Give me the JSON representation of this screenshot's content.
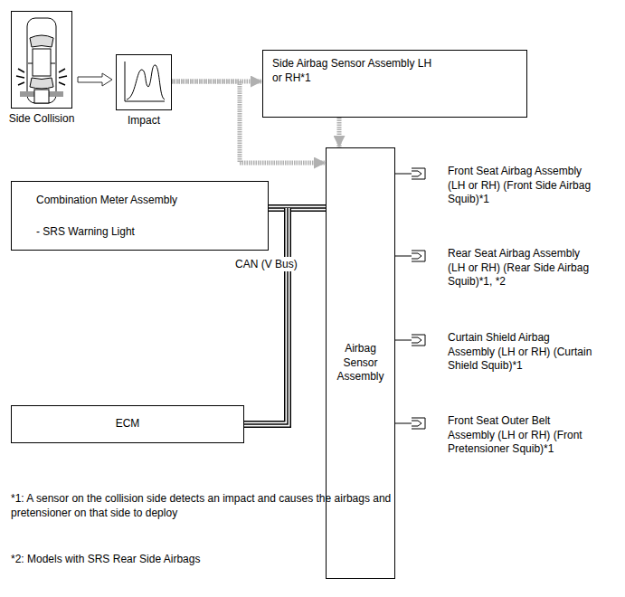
{
  "diagram": {
    "nodes": [
      {
        "text": [
          "Side Collision"
        ]
      },
      {
        "text": [
          "Impact"
        ]
      },
      {
        "text": [
          "Side Airbag Sensor Assembly LH or RH*1"
        ]
      },
      {
        "text": [
          "Combination Meter Assembly",
          "- SRS Warning Light"
        ]
      },
      {
        "text": [
          "ECM"
        ]
      },
      {
        "text": [
          "Airbag Sensor Assembly"
        ]
      },
      {
        "text": [
          "Front Seat Airbag Assembly (LH or RH) (Front Side Airbag Squib)*1"
        ]
      },
      {
        "text": [
          "Rear Seat Airbag Assembly (LH or RH) (Rear Side Airbag Squib)*1, *2"
        ]
      },
      {
        "text": [
          "Curtain Shield Airbag Assembly (LH or RH) (Curtain Shield Squib)*1"
        ]
      },
      {
        "text": [
          "Front Seat Outer Belt Assembly (LH or RH) (Front Pretensioner Squib)*1"
        ]
      }
    ],
    "edges": [
      {
        "from": 0,
        "to": 1,
        "arrow": "to"
      },
      {
        "from": 1,
        "to": 2,
        "arrow": "to"
      },
      {
        "from": 1,
        "to": 5,
        "arrow": "to"
      },
      {
        "from": 2,
        "to": 5,
        "arrow": "to"
      },
      {
        "from": 3,
        "to": 5,
        "arrow": "none",
        "label": "CAN (V Bus)"
      },
      {
        "from": 4,
        "to": 5,
        "arrow": "none"
      },
      {
        "from": 5,
        "to": 6,
        "arrow": "none"
      },
      {
        "from": 5,
        "to": 7,
        "arrow": "none"
      },
      {
        "from": 5,
        "to": 8,
        "arrow": "none"
      },
      {
        "from": 5,
        "to": 9,
        "arrow": "none"
      }
    ],
    "labels": [
      "*1: A sensor on the collision side detects an impact and causes the airbags and pretensioner on that side to deploy",
      "*2: Models with SRS Rear Side Airbags"
    ]
  }
}
